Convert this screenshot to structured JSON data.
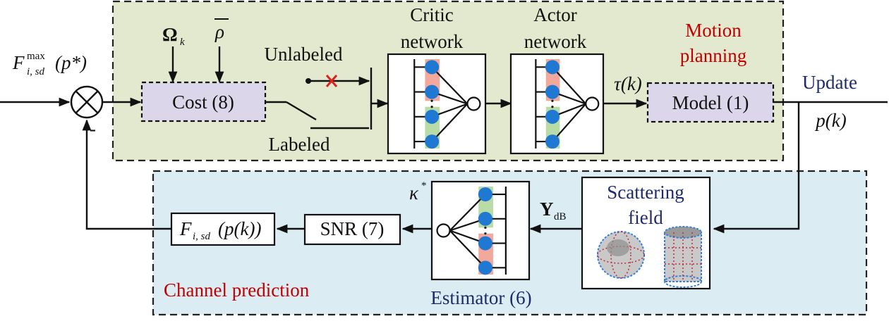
{
  "colors": {
    "motion_region_fill": "#e2e9ce",
    "channel_region_fill": "#dbecf3",
    "block_fill": "#dcd6ea",
    "node_blue": "#1f78d1",
    "pink_bar": "#f2a89a",
    "green_bar": "#b9dba6",
    "region_label_red": "#c00000",
    "label_navy": "#1f2a6b"
  },
  "regions": {
    "motion_planning": {
      "line1": "Motion",
      "line2": "planning"
    },
    "channel_prediction": {
      "label": "Channel prediction"
    }
  },
  "input": {
    "base": "F",
    "sup": "max",
    "sub": "i, sd",
    "arg": "(p*)"
  },
  "sum_junction": {
    "icon": "circle-cross-icon",
    "minus_sign": "-"
  },
  "cost_inputs": {
    "omega": "Ω",
    "omega_sub": "k",
    "rho": "ρ"
  },
  "blocks": {
    "cost": "Cost (8)",
    "model": "Model (1)",
    "snr": "SNR (7)",
    "f_out": {
      "base": "F",
      "sub": "i, sd",
      "arg": "(p(k))"
    }
  },
  "switch": {
    "unlabeled": "Unlabeled",
    "labeled": "Labeled",
    "blocked_icon": "red-x-icon"
  },
  "networks": {
    "critic": {
      "line1": "Critic",
      "line2": "network"
    },
    "actor": {
      "line1": "Actor",
      "line2": "network"
    },
    "estimator": "Estimator (6)"
  },
  "signals": {
    "tau": "τ(k)",
    "update": "Update",
    "p_k": "p(k)",
    "kappa": "κ",
    "kappa_sup": "*",
    "y_main": "Y",
    "y_sub": "dB"
  },
  "scattering": {
    "line1": "Scattering",
    "line2": "field"
  }
}
